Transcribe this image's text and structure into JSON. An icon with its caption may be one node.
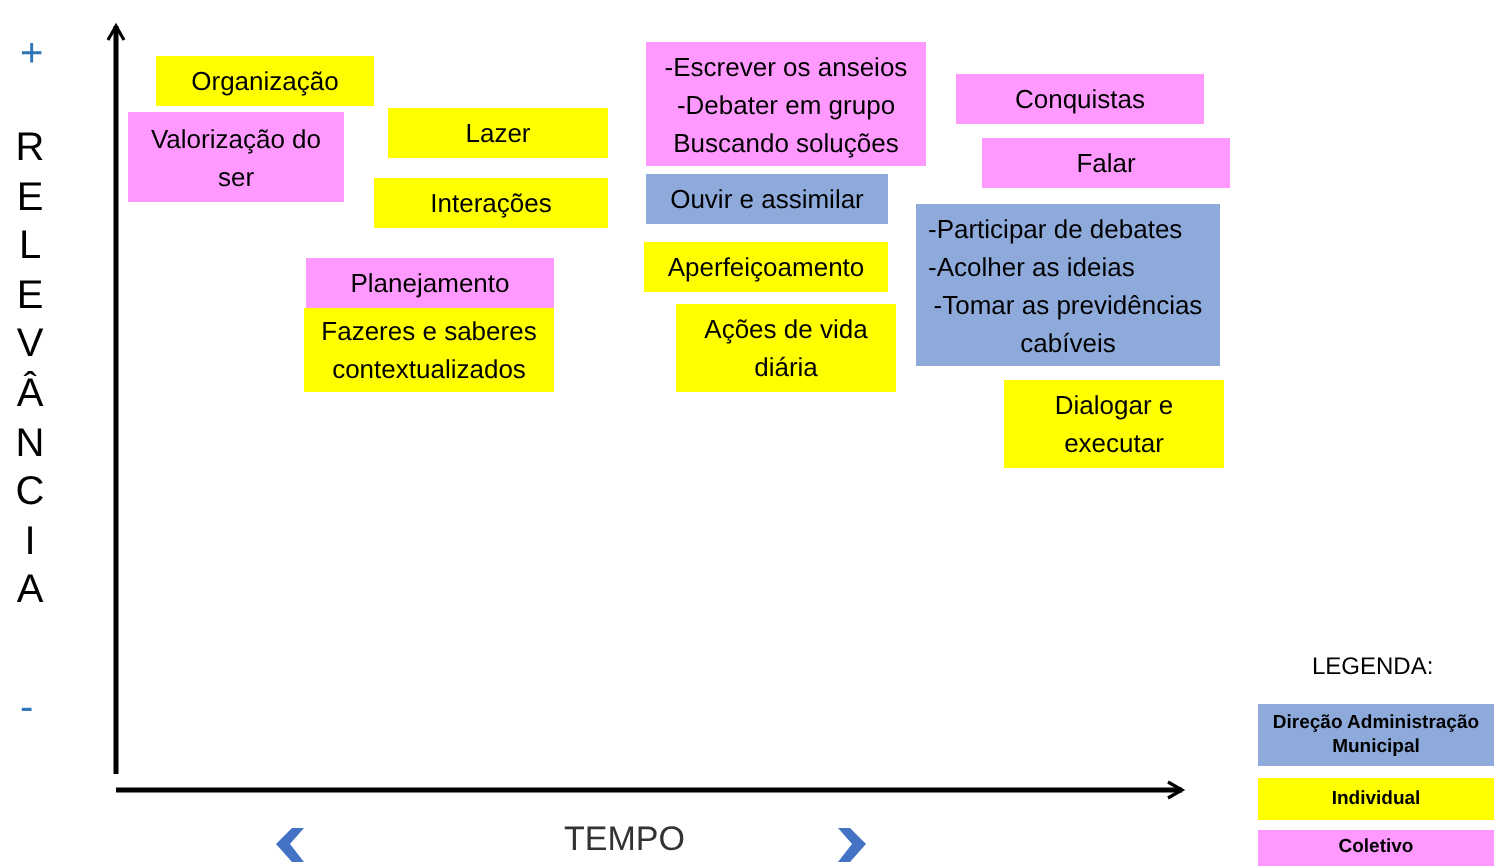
{
  "diagram": {
    "nodes": [
      {
        "text": [
          "Organização"
        ]
      },
      {
        "text": [
          "Valorização do ser"
        ]
      },
      {
        "text": [
          "Lazer"
        ]
      },
      {
        "text": [
          "Interações"
        ]
      },
      {
        "text": [
          "Planejamento"
        ]
      },
      {
        "text": [
          "Fazeres e saberes contextualizados"
        ]
      },
      {
        "text": [
          "-Escrever os anseios",
          "-Debater em grupo",
          "Buscando soluções"
        ]
      },
      {
        "text": [
          "Ouvir e assimilar"
        ]
      },
      {
        "text": [
          "Aperfeiçoamento"
        ]
      },
      {
        "text": [
          "Ações de vida diária"
        ]
      },
      {
        "text": [
          "Conquistas"
        ]
      },
      {
        "text": [
          "Falar"
        ]
      },
      {
        "text": [
          "-Participar de debates",
          "-Acolher as ideias",
          "-Tomar as previdências cabíveis"
        ]
      },
      {
        "text": [
          "Dialogar e executar"
        ]
      }
    ],
    "labels": [
      "+",
      "RELEVÂNCIA",
      "-",
      "TEMPO",
      "LEGENDA:"
    ],
    "legend": [
      {
        "text": "Direção Administração Municipal",
        "color": "#8eaadb"
      },
      {
        "text": "Individual",
        "color": "#ffff00"
      },
      {
        "text": "Coletivo",
        "color": "#ff99ff"
      }
    ]
  }
}
